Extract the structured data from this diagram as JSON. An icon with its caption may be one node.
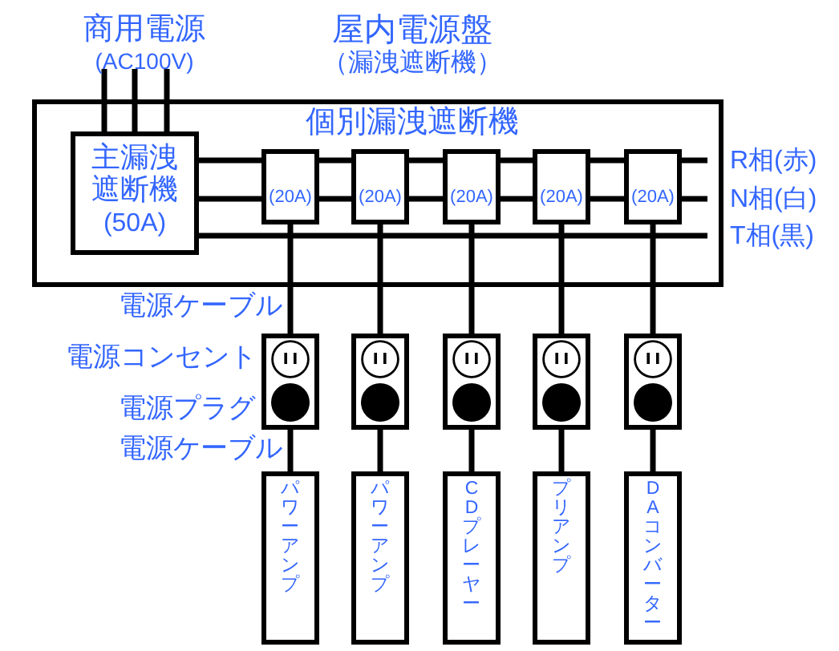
{
  "diagram": {
    "nodes": [
      {
        "text": [
          "屋内電源盤",
          "（漏洩遮断機）"
        ]
      },
      {
        "text": [
          "商用電源",
          "(AC100V)"
        ]
      },
      {
        "text": [
          "主漏洩遮断機",
          "(50A)"
        ],
        "in": 0
      },
      {
        "text": [
          "(20A)"
        ],
        "in": 0
      },
      {
        "text": [
          "(20A)"
        ],
        "in": 0
      },
      {
        "text": [
          "(20A)"
        ],
        "in": 0
      },
      {
        "text": [
          "(20A)"
        ],
        "in": 0
      },
      {
        "text": [
          "(20A)"
        ],
        "in": 0
      },
      {
        "text": [],
        "shape": "box"
      },
      {
        "text": [],
        "shape": "box"
      },
      {
        "text": [],
        "shape": "box"
      },
      {
        "text": [],
        "shape": "box"
      },
      {
        "text": [],
        "shape": "box"
      },
      {
        "text": [
          "パワーアンプ"
        ]
      },
      {
        "text": [
          "パワーアンプ"
        ]
      },
      {
        "text": [
          "CDプレーヤー"
        ]
      },
      {
        "text": [
          "プリアンプ"
        ]
      },
      {
        "text": [
          "DAコンバーター"
        ]
      }
    ],
    "edges": [
      {
        "from": 1,
        "to": 2,
        "arrow": "none"
      },
      {
        "from": 1,
        "to": 2,
        "arrow": "none"
      },
      {
        "from": 1,
        "to": 2,
        "arrow": "none"
      },
      {
        "from": 2,
        "to": 3,
        "arrow": "none"
      },
      {
        "from": 3,
        "to": 4,
        "arrow": "none"
      },
      {
        "from": 4,
        "to": 5,
        "arrow": "none"
      },
      {
        "from": 5,
        "to": 6,
        "arrow": "none"
      },
      {
        "from": 6,
        "to": 7,
        "arrow": "none"
      },
      {
        "from": 7,
        "to": null,
        "arrow": "none"
      },
      {
        "from": 2,
        "to": 3,
        "arrow": "none"
      },
      {
        "from": 3,
        "to": 4,
        "arrow": "none"
      },
      {
        "from": 4,
        "to": 5,
        "arrow": "none"
      },
      {
        "from": 5,
        "to": 6,
        "arrow": "none"
      },
      {
        "from": 6,
        "to": 7,
        "arrow": "none"
      },
      {
        "from": 7,
        "to": null,
        "arrow": "none"
      },
      {
        "from": 2,
        "to": null,
        "arrow": "none"
      },
      {
        "from": 3,
        "to": 8,
        "arrow": "none"
      },
      {
        "from": 4,
        "to": 9,
        "arrow": "none"
      },
      {
        "from": 5,
        "to": 10,
        "arrow": "none"
      },
      {
        "from": 6,
        "to": 11,
        "arrow": "none"
      },
      {
        "from": 7,
        "to": 12,
        "arrow": "none"
      },
      {
        "from": 8,
        "to": 13,
        "arrow": "none"
      },
      {
        "from": 9,
        "to": 14,
        "arrow": "none"
      },
      {
        "from": 10,
        "to": 15,
        "arrow": "none"
      },
      {
        "from": 11,
        "to": 16,
        "arrow": "none"
      },
      {
        "from": 12,
        "to": 17,
        "arrow": "none"
      }
    ],
    "labels": [
      "個別漏洩遮断機",
      "R相(赤)",
      "N相(白)",
      "T相(黒)",
      "電源ケーブル",
      "電源コンセント",
      "電源プラグ",
      "電源ケーブル"
    ]
  }
}
